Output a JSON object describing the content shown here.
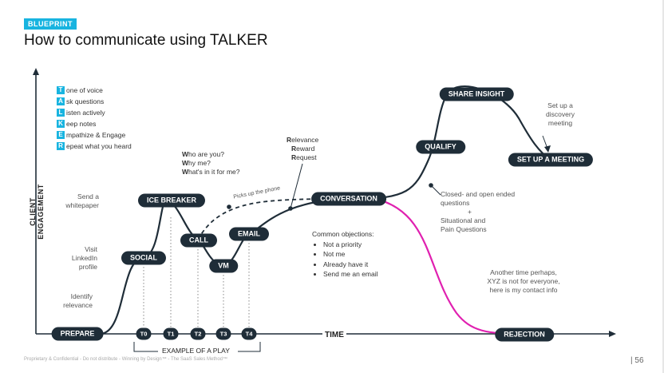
{
  "badge": "BLUEPRINT",
  "title": "How to communicate using TALKER",
  "axes": {
    "y_label": "CLIENT ENGAGEMENT",
    "x_label": "TIME"
  },
  "talker": [
    {
      "letter": "T",
      "rest": "one of voice"
    },
    {
      "letter": "A",
      "rest": "sk questions"
    },
    {
      "letter": "L",
      "rest": "isten actively"
    },
    {
      "letter": "K",
      "rest": "eep notes"
    },
    {
      "letter": "E",
      "rest": "mpathize & Engage"
    },
    {
      "letter": "R",
      "rest": "epeat what you heard"
    }
  ],
  "stages": {
    "prepare": "PREPARE",
    "social": "SOCIAL",
    "ice_breaker": "ICE BREAKER",
    "call": "CALL",
    "vm": "VM",
    "email": "EMAIL",
    "conversation": "CONVERSATION",
    "qualify": "QUALIFY",
    "share_insight": "SHARE INSIGHT",
    "set_up_meeting": "SET UP A MEETING",
    "rejection": "REJECTION"
  },
  "ticks": [
    "T0",
    "T1",
    "T2",
    "T3",
    "T4"
  ],
  "play_label": "EXAMPLE OF A PLAY",
  "left_notes": {
    "identify": [
      "Identify",
      "relevance"
    ],
    "visit": [
      "Visit",
      "LinkedIn",
      "profile"
    ],
    "whitepaper": [
      "Send a",
      "whitepaper"
    ]
  },
  "who": [
    {
      "lead": "W",
      "rest": "ho are you?"
    },
    {
      "lead": "W",
      "rest": "hy me?"
    },
    {
      "lead": "W",
      "rest": "hat's in it for me?"
    }
  ],
  "picks_up": "Picks up the phone",
  "rrr": [
    {
      "lead": "R",
      "rest": "elevance"
    },
    {
      "lead": "R",
      "rest": "eward"
    },
    {
      "lead": "R",
      "rest": "equest"
    }
  ],
  "objections": {
    "heading": "Common objections:",
    "items": [
      "Not a priority",
      "Not me",
      "Already have it",
      "Send me an email"
    ]
  },
  "closed_questions": [
    "Closed- and open ended",
    "questions",
    "+",
    "Situational and",
    "Pain Questions"
  ],
  "discovery": [
    "Set up a",
    "discovery",
    "meeting"
  ],
  "rejection_note": [
    "Another time perhaps,",
    "XYZ is not for everyone,",
    "here is my contact info"
  ],
  "footer": "Proprietary & Confidential - Do not distribute - Winning by Design™ - The SaaS Sales Method™",
  "page_number": "| 56",
  "colors": {
    "accent": "#18b4e0",
    "node": "#1f2d38",
    "rejection_line": "#e020b0"
  }
}
